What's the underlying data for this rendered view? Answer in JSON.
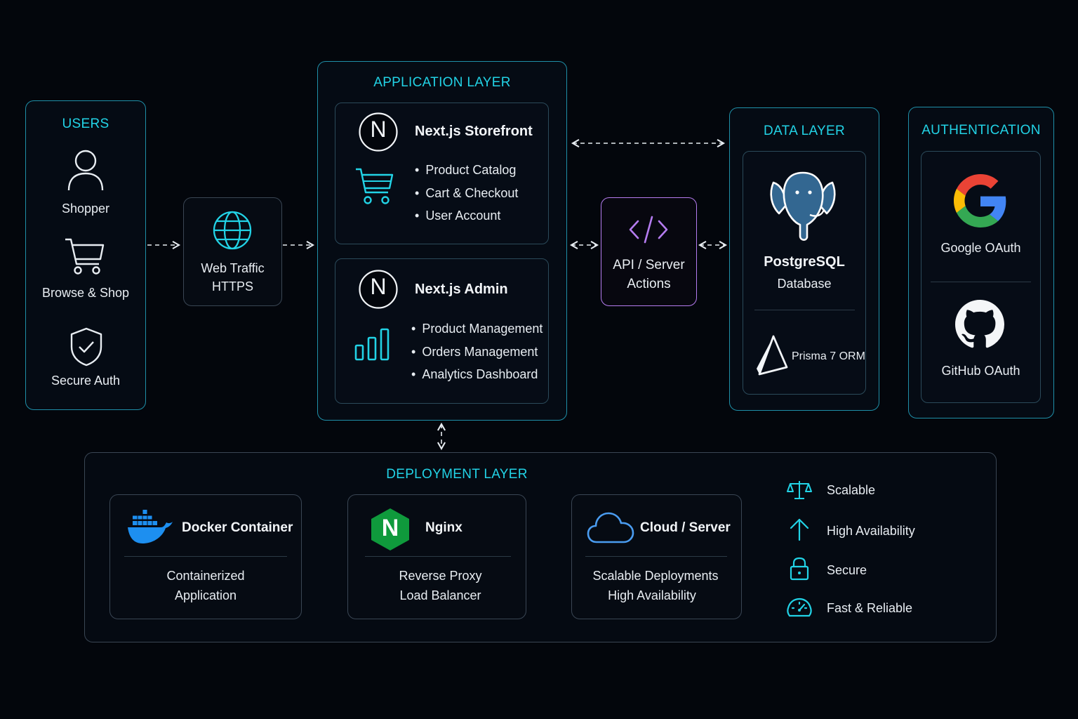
{
  "users": {
    "title": "USERS",
    "items": [
      {
        "label": "Shopper",
        "icon": "user-icon"
      },
      {
        "label": "Browse & Shop",
        "icon": "cart-icon"
      },
      {
        "label": "Secure Auth",
        "icon": "shield-check-icon"
      }
    ]
  },
  "traffic": {
    "line1": "Web Traffic",
    "line2": "HTTPS",
    "icon": "globe-icon"
  },
  "app_layer": {
    "title": "APPLICATION LAYER",
    "storefront": {
      "name": "Next.js Storefront",
      "logo_letter": "N",
      "icon": "cart-icon",
      "bullets": [
        "Product Catalog",
        "Cart & Checkout",
        "User Account"
      ]
    },
    "admin": {
      "name": "Next.js Admin",
      "logo_letter": "N",
      "icon": "bar-chart-icon",
      "bullets": [
        "Product Management",
        "Orders Management",
        "Analytics Dashboard"
      ]
    }
  },
  "api": {
    "line1": "API / Server",
    "line2": "Actions",
    "icon": "code-icon"
  },
  "data_layer": {
    "title": "DATA LAYER",
    "db_name": "PostgreSQL",
    "db_sub": "Database",
    "orm": "Prisma 7 ORM",
    "icons": [
      "postgresql-elephant-icon",
      "prisma-icon"
    ]
  },
  "auth": {
    "title": "AUTHENTICATION",
    "providers": [
      {
        "label": "Google OAuth",
        "icon": "google-icon"
      },
      {
        "label": "GitHub OAuth",
        "icon": "github-icon"
      }
    ]
  },
  "deployment": {
    "title": "DEPLOYMENT LAYER",
    "cards": [
      {
        "name": "Docker Container",
        "line1": "Containerized",
        "line2": "Application",
        "icon": "docker-icon"
      },
      {
        "name": "Nginx",
        "line1": "Reverse Proxy",
        "line2": "Load Balancer",
        "icon": "nginx-icon",
        "logo_letter": "N"
      },
      {
        "name": "Cloud / Server",
        "line1": "Scalable Deployments",
        "line2": "High Availability",
        "icon": "cloud-icon"
      }
    ],
    "features": [
      {
        "label": "Scalable",
        "icon": "scale-icon"
      },
      {
        "label": "High Availability",
        "icon": "arrow-up-icon"
      },
      {
        "label": "Secure",
        "icon": "lock-icon"
      },
      {
        "label": "Fast & Reliable",
        "icon": "speedometer-icon"
      }
    ]
  },
  "colors": {
    "accent_cyan": "#22d3e6",
    "api_purple": "#b57cf0",
    "background": "#03060c",
    "google_blue": "#4285F4",
    "google_red": "#EA4335",
    "google_yellow": "#FBBC05",
    "google_green": "#34A853",
    "postgres_blue": "#336791",
    "docker_blue": "#1d8ff0",
    "nginx_green": "#0f9a3c"
  }
}
